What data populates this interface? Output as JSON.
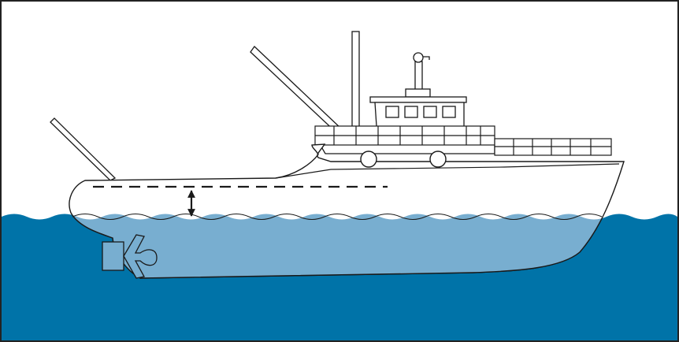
{
  "diagram": {
    "subject": "fishing-vessel-freeboard",
    "colors": {
      "sky": "#ffffff",
      "sea": "#0073a8",
      "underwater_hull": "#78aed0",
      "outline": "#1a1a1a",
      "frame": "#222222"
    },
    "icons": {
      "deck_line": "dashed-line",
      "freeboard_marker": "double-arrow-vertical",
      "propulsion": "propeller-and-rudder"
    }
  }
}
